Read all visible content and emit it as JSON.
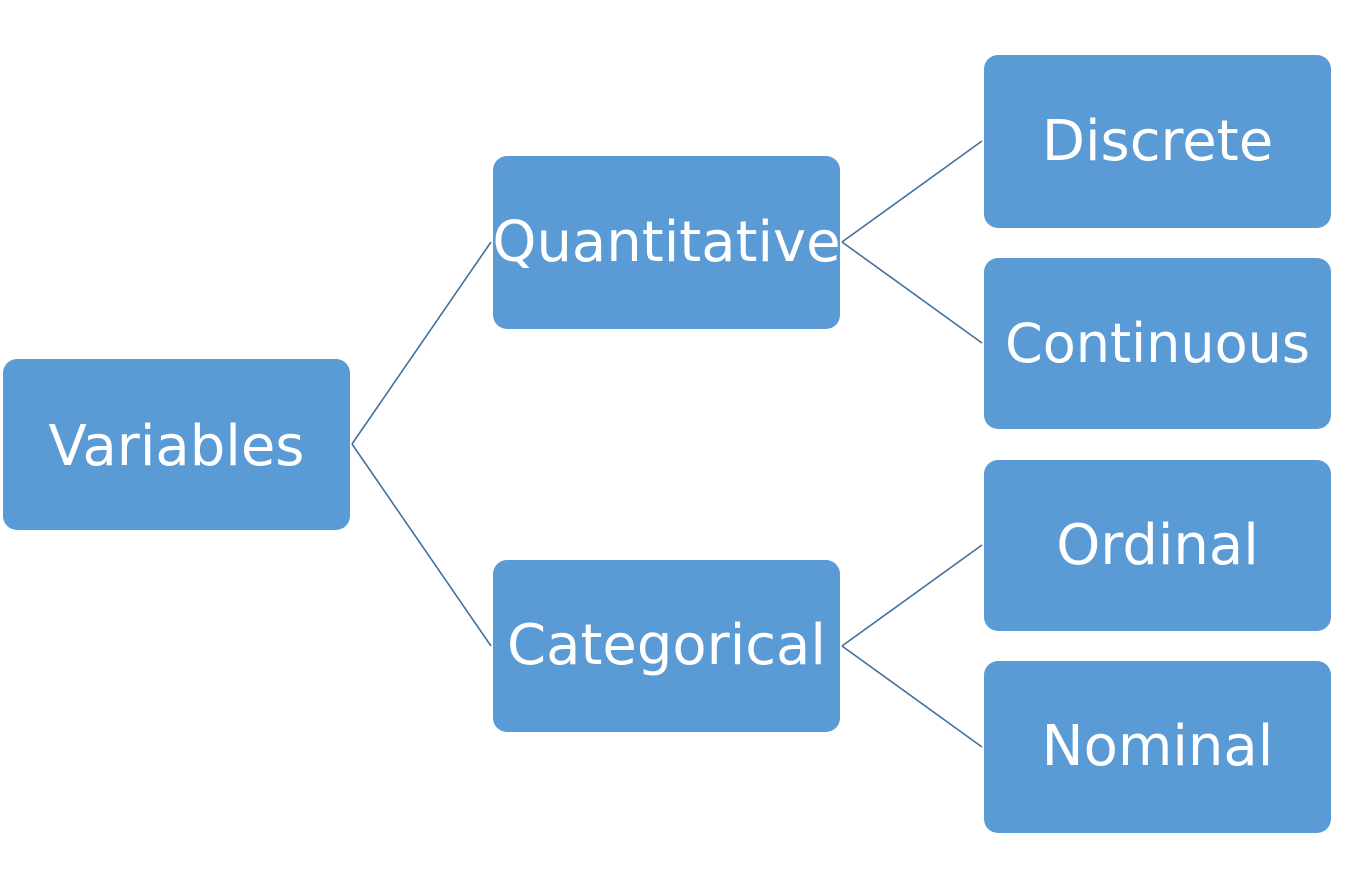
{
  "diagram": {
    "colors": {
      "box_fill": "#5b9bd5",
      "connector": "#41719c",
      "text": "#ffffff",
      "background": "#ffffff"
    },
    "root": "Variables",
    "branches": [
      {
        "label": "Quantitative",
        "children": [
          "Discrete",
          "Continuous"
        ]
      },
      {
        "label": "Categorical",
        "children": [
          "Ordinal",
          "Nominal"
        ]
      }
    ]
  }
}
